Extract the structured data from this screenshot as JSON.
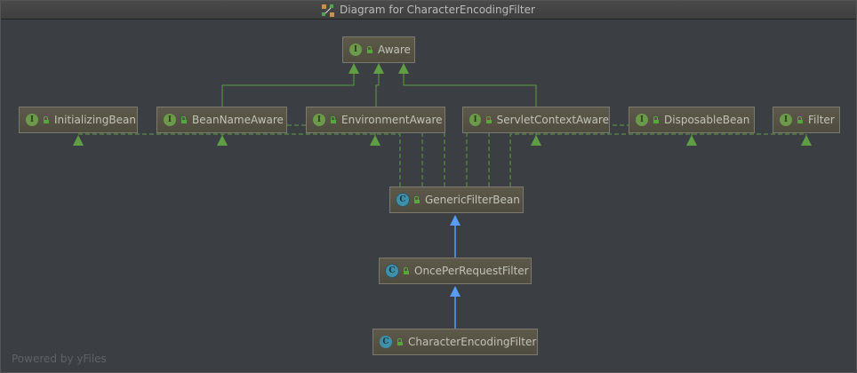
{
  "window": {
    "title": "Diagram for CharacterEncodingFilter",
    "icon": "diagram-icon"
  },
  "colors": {
    "interface_badge": "#6a9a4a",
    "class_badge": "#3f8fa8",
    "implements_edge": "#5f9e45",
    "extends_edge": "#589df6"
  },
  "nodes": {
    "aware": {
      "label": "Aware",
      "kind": "interface",
      "badge": "I"
    },
    "initializing_bean": {
      "label": "InitializingBean",
      "kind": "interface",
      "badge": "I"
    },
    "bean_name_aware": {
      "label": "BeanNameAware",
      "kind": "interface",
      "badge": "I"
    },
    "environment_aware": {
      "label": "EnvironmentAware",
      "kind": "interface",
      "badge": "I"
    },
    "servlet_context_aware": {
      "label": "ServletContextAware",
      "kind": "interface",
      "badge": "I"
    },
    "disposable_bean": {
      "label": "DisposableBean",
      "kind": "interface",
      "badge": "I"
    },
    "filter": {
      "label": "Filter",
      "kind": "interface",
      "badge": "I"
    },
    "generic_filter_bean": {
      "label": "GenericFilterBean",
      "kind": "abstract-class",
      "badge": "C"
    },
    "once_per_request_filter": {
      "label": "OncePerRequestFilter",
      "kind": "abstract-class",
      "badge": "C"
    },
    "character_encoding_filter": {
      "label": "CharacterEncodingFilter",
      "kind": "class",
      "badge": "C"
    }
  },
  "edges": [
    {
      "from": "BeanNameAware",
      "to": "Aware",
      "type": "extends"
    },
    {
      "from": "EnvironmentAware",
      "to": "Aware",
      "type": "extends"
    },
    {
      "from": "ServletContextAware",
      "to": "Aware",
      "type": "extends"
    },
    {
      "from": "GenericFilterBean",
      "to": "InitializingBean",
      "type": "implements"
    },
    {
      "from": "GenericFilterBean",
      "to": "BeanNameAware",
      "type": "implements"
    },
    {
      "from": "GenericFilterBean",
      "to": "EnvironmentAware",
      "type": "implements"
    },
    {
      "from": "GenericFilterBean",
      "to": "ServletContextAware",
      "type": "implements"
    },
    {
      "from": "GenericFilterBean",
      "to": "DisposableBean",
      "type": "implements"
    },
    {
      "from": "GenericFilterBean",
      "to": "Filter",
      "type": "implements"
    },
    {
      "from": "OncePerRequestFilter",
      "to": "GenericFilterBean",
      "type": "extends"
    },
    {
      "from": "CharacterEncodingFilter",
      "to": "OncePerRequestFilter",
      "type": "extends"
    }
  ],
  "footer": "Powered by yFiles"
}
